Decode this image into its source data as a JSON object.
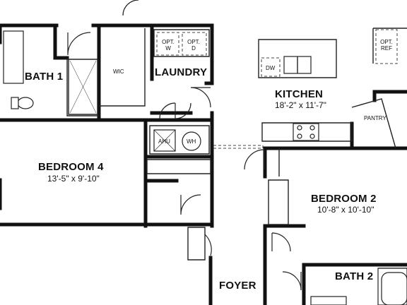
{
  "rooms": {
    "bath1": {
      "name": "BATH 1"
    },
    "wic": {
      "name": "WIC"
    },
    "laundry": {
      "name": "LAUNDRY"
    },
    "kitchen": {
      "name": "KITCHEN",
      "size": "18'-2\" x 11'-7\""
    },
    "pantry": {
      "name": "PANTRY"
    },
    "bedroom4": {
      "name": "BEDROOM 4",
      "size": "13'-5\" x 9'-10\""
    },
    "bedroom2": {
      "name": "BEDROOM 2",
      "size": "10'-8\" x 10'-10\""
    },
    "foyer": {
      "name": "FOYER"
    },
    "bath2": {
      "name": "BATH 2"
    }
  },
  "fixtures": {
    "opt_w": [
      "OPT.",
      "W"
    ],
    "opt_d": [
      "OPT.",
      "D"
    ],
    "opt_ref": [
      "OPT.",
      "REF"
    ],
    "dw": "DW",
    "ahu": "AHU",
    "wh": "WH"
  }
}
